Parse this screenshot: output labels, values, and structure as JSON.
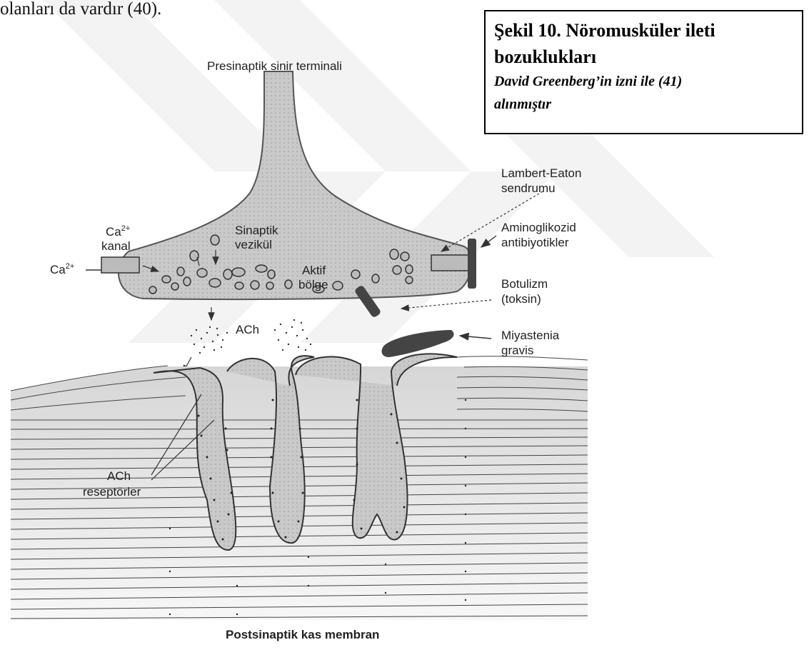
{
  "body_text": "olanları da vardır (40).",
  "figure_caption": {
    "title": "Şekil 10.  Nöromusküler ileti bozuklukları",
    "credit_line1": "David Greenberg’in izni ile (41)",
    "credit_line2": "alınmıştır"
  },
  "diagram": {
    "presynaptic_label": "Presinaptik sinir terminali",
    "ca_channel_label_1": "Ca",
    "ca_channel_label_2": "kanal",
    "ca_ion_label": "Ca",
    "superscript": "2+",
    "vesicle_label_1": "Sinaptik",
    "vesicle_label_2": "vezikül",
    "active_zone_label_1": "Aktif",
    "active_zone_label_2": "bölge",
    "ach_label": "ACh",
    "ach_receptor_label_1": "ACh",
    "ach_receptor_label_2": "reseptörler",
    "postsynaptic_label": "Postsinaptik kas membran",
    "disorders": [
      {
        "line1": "Lambert-Eaton",
        "line2": "sendrumu"
      },
      {
        "line1": "Aminoglikozid",
        "line2": "antibiyotikler"
      },
      {
        "line1": "Botulizm",
        "line2": "(toksin)"
      },
      {
        "line1": "Miyastenia",
        "line2": "gravis"
      }
    ]
  }
}
